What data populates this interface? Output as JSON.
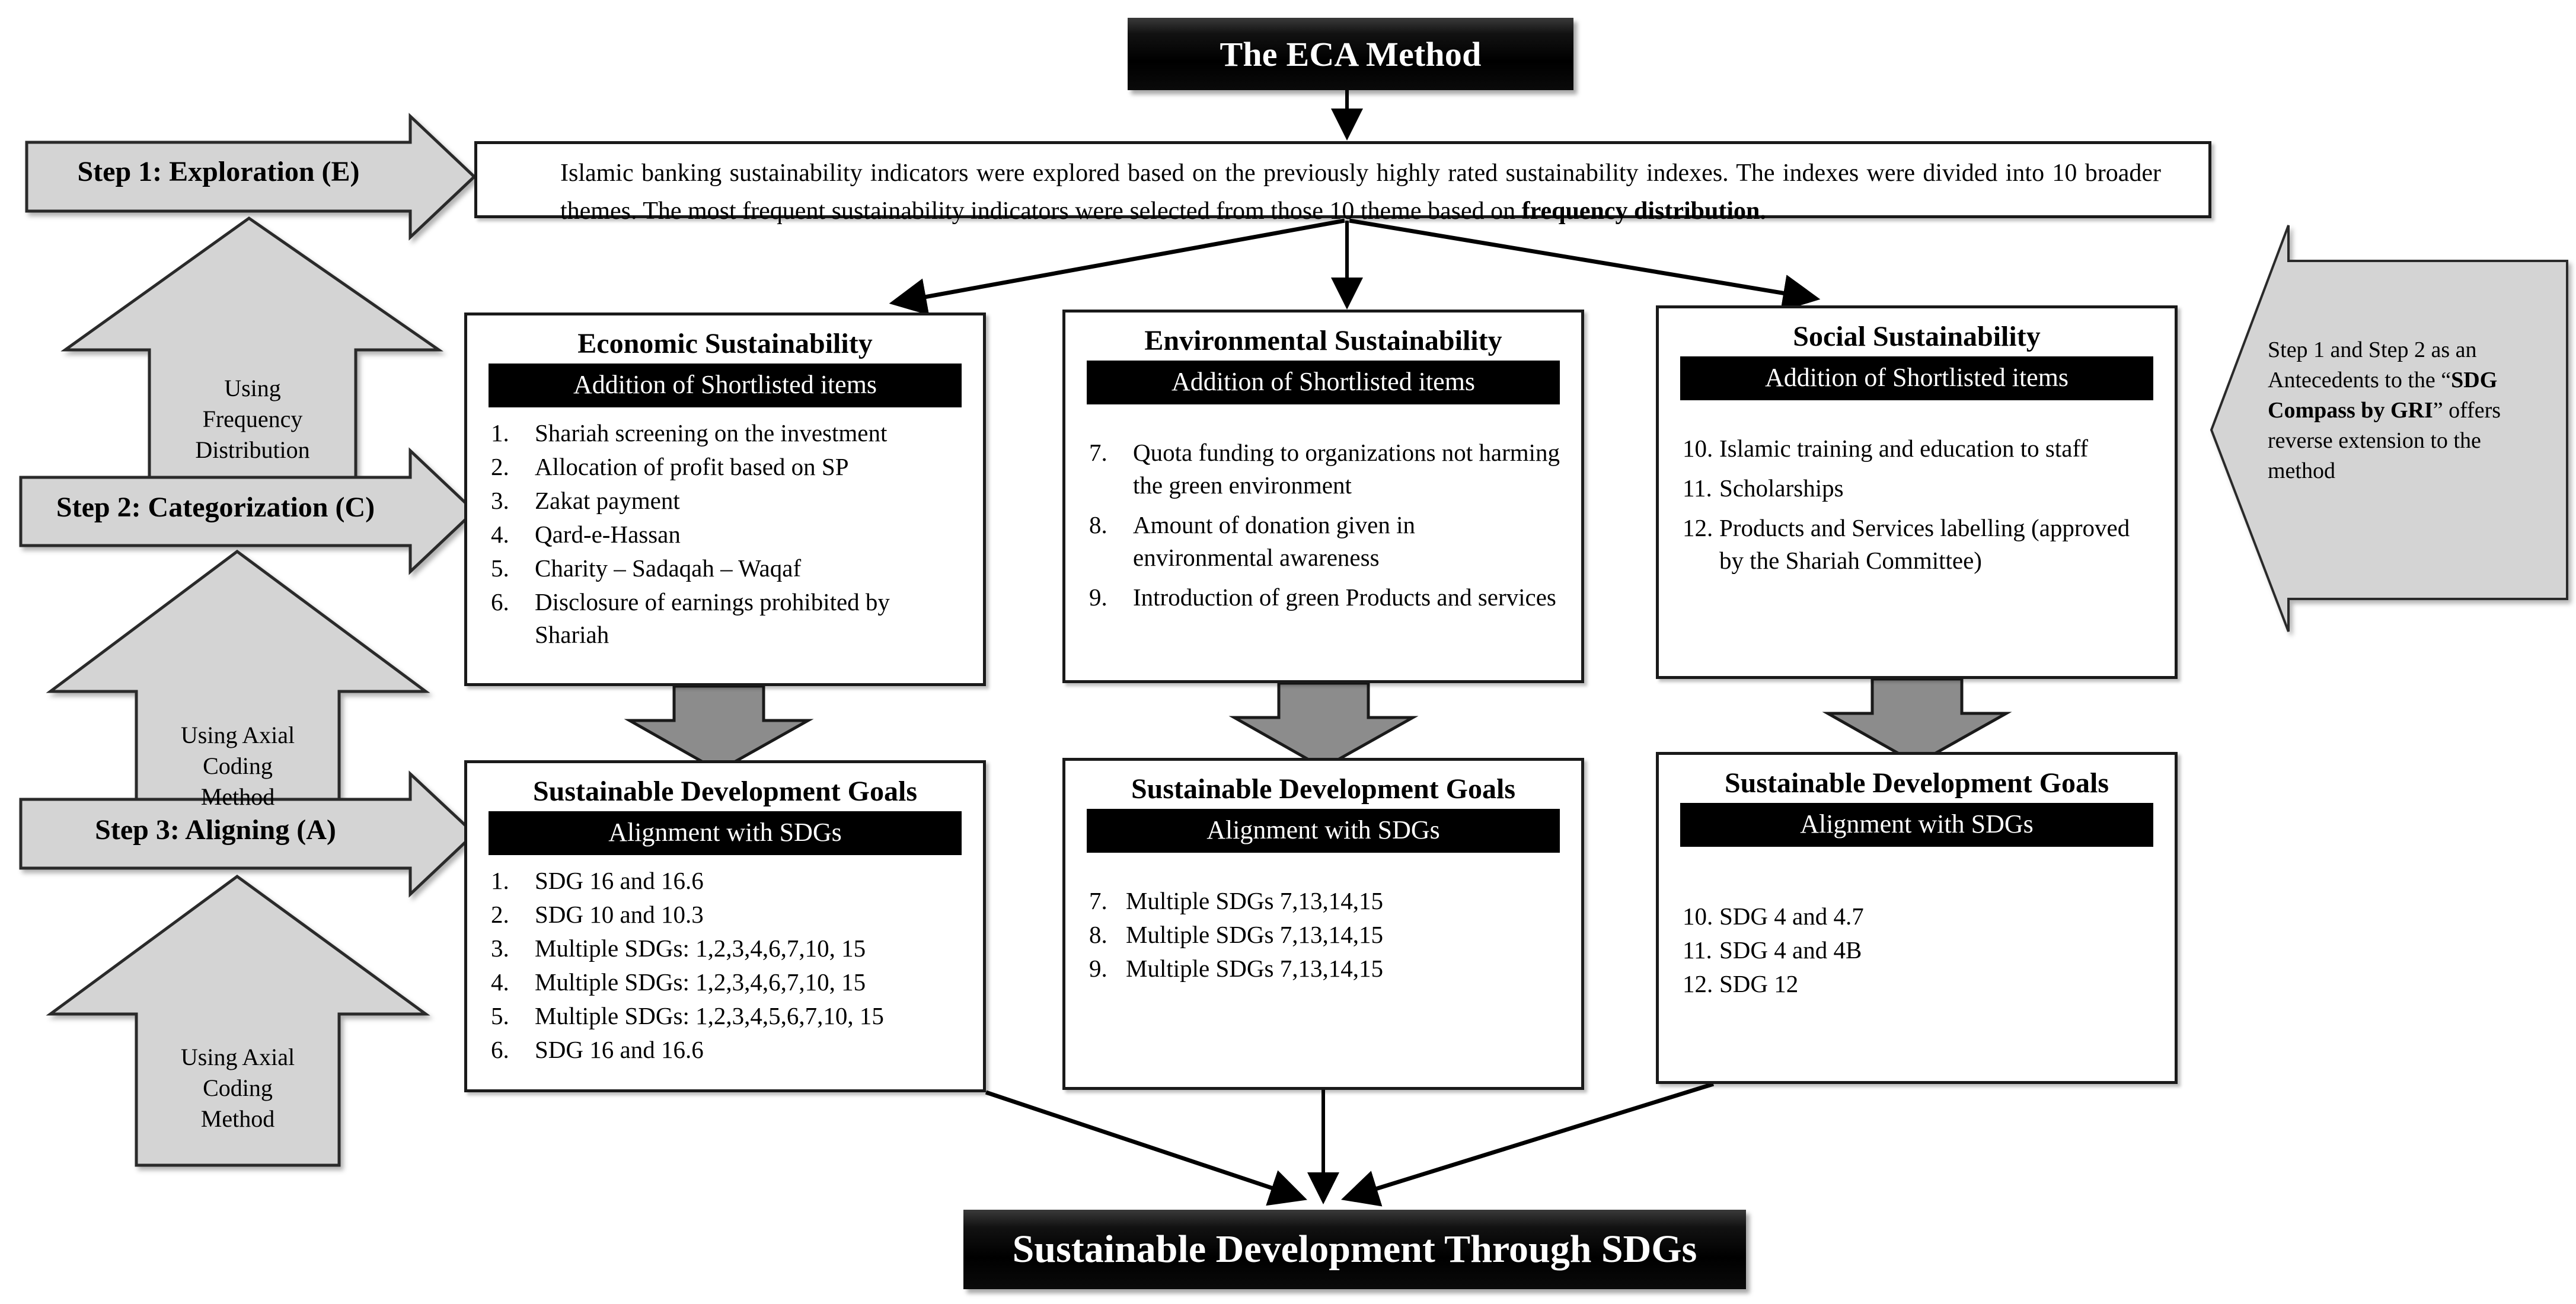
{
  "title": {
    "text": "The ECA Method"
  },
  "description": {
    "part1": "Islamic banking sustainability indicators were explored based on the previously highly rated sustainability indexes. The indexes were divided into 10 broader themes. The most frequent sustainability indicators were selected from those 10 theme based on ",
    "bold": "frequency distribution."
  },
  "steps": [
    {
      "id": "step-1",
      "label": "Step 1: Exploration (E)",
      "method_label": "Using\nFrequency\nDistribution",
      "method_lines": [
        "Using",
        "Frequency",
        "Distribution"
      ]
    },
    {
      "id": "step-2",
      "label": "Step 2: Categorization (C)",
      "method_lines": [
        "Using Axial",
        "Coding",
        "Method"
      ]
    },
    {
      "id": "step-3",
      "label": "Step 3: Aligning (A)",
      "method_lines": [
        "Using Axial",
        "Coding",
        "Method"
      ]
    }
  ],
  "side_note": {
    "pre": "Step 1 and Step 2 as an Antecedents to the “",
    "bold": "SDG Compass by GRI",
    "post": "” offers reverse extension to the method"
  },
  "categories": [
    {
      "id": "economic",
      "title": "Economic Sustainability",
      "band": "Addition of Shortlisted items",
      "items": [
        {
          "num": "1.",
          "text": "Shariah screening on the investment"
        },
        {
          "num": "2.",
          "text": "Allocation of profit based on SP"
        },
        {
          "num": "3.",
          "text": "Zakat payment"
        },
        {
          "num": "4.",
          "text": "Qard-e-Hassan"
        },
        {
          "num": "5.",
          "text": "Charity – Sadaqah – Waqaf"
        },
        {
          "num": "6.",
          "text": "Disclosure of earnings prohibited by Shariah"
        }
      ]
    },
    {
      "id": "environmental",
      "title": "Environmental Sustainability",
      "band": "Addition of Shortlisted items",
      "items": [
        {
          "num": "7.",
          "text": "Quota funding to organizations not harming the green environment"
        },
        {
          "num": "8.",
          "text": "Amount of donation given in environmental awareness"
        },
        {
          "num": "9.",
          "text": "Introduction of green Products and services"
        }
      ]
    },
    {
      "id": "social",
      "title": "Social Sustainability",
      "band": "Addition of Shortlisted items",
      "items": [
        {
          "num": "10.",
          "text": "Islamic training and education to staff"
        },
        {
          "num": "11.",
          "text": "Scholarships"
        },
        {
          "num": "12.",
          "text": "Products and Services labelling (approved by the Shariah Committee)"
        }
      ]
    }
  ],
  "sdg_boxes": [
    {
      "id": "sdg-economic",
      "title": "Sustainable Development Goals",
      "band": "Alignment with SDGs",
      "items": [
        {
          "num": "1.",
          "text": "SDG 16 and 16.6"
        },
        {
          "num": "2.",
          "text": "SDG 10 and 10.3"
        },
        {
          "num": "3.",
          "text": "Multiple SDGs: 1,2,3,4,6,7,10, 15"
        },
        {
          "num": "4.",
          "text": "Multiple SDGs: 1,2,3,4,6,7,10, 15"
        },
        {
          "num": "5.",
          "text": "Multiple SDGs: 1,2,3,4,5,6,7,10, 15"
        },
        {
          "num": "6.",
          "text": "SDG 16 and 16.6"
        }
      ]
    },
    {
      "id": "sdg-environmental",
      "title": "Sustainable Development Goals",
      "band": "Alignment with SDGs",
      "items": [
        {
          "num": "7.",
          "text": "Multiple SDGs 7,13,14,15"
        },
        {
          "num": "8.",
          "text": "Multiple SDGs 7,13,14,15"
        },
        {
          "num": "9.",
          "text": "Multiple SDGs 7,13,14,15"
        }
      ]
    },
    {
      "id": "sdg-social",
      "title": "Sustainable Development Goals",
      "band": "Alignment with SDGs",
      "items": [
        {
          "num": "10.",
          "text": "SDG 4 and 4.7"
        },
        {
          "num": "11.",
          "text": "SDG 4 and 4B"
        },
        {
          "num": "12.",
          "text": "SDG 12"
        }
      ]
    }
  ],
  "final": {
    "text": "Sustainable Development Through SDGs"
  },
  "colors": {
    "plate_black": "#000000",
    "arrow_gray": "#d4d4d4",
    "connector_gray": "#8c8c8c",
    "border_black": "#1a1a1a",
    "page_background": "#ffffff"
  }
}
